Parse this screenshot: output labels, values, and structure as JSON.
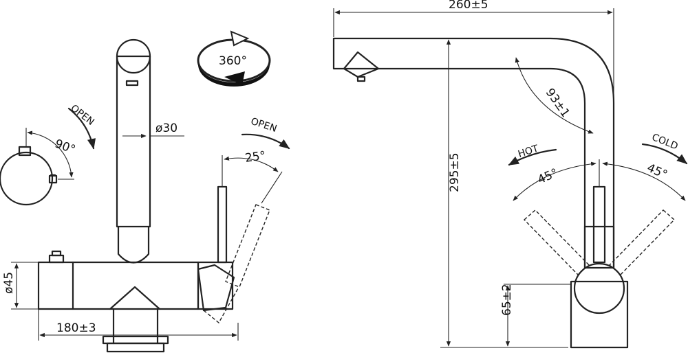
{
  "dimensions": {
    "spout_diameter": "ø30",
    "base_diameter": "ø45",
    "base_length": "180±3",
    "spout_reach": "260±5",
    "total_height": "295±5",
    "base_height": "65±2",
    "spout_angle": "93±1"
  },
  "angles": {
    "rotation": "360°",
    "side_handle": "90°",
    "lever_tilt": "25°",
    "hot_angle": "45°",
    "cold_angle": "45°"
  },
  "labels": {
    "open_side": "OPEN",
    "open_lever": "OPEN",
    "hot": "HOT",
    "cold": "COLD"
  }
}
